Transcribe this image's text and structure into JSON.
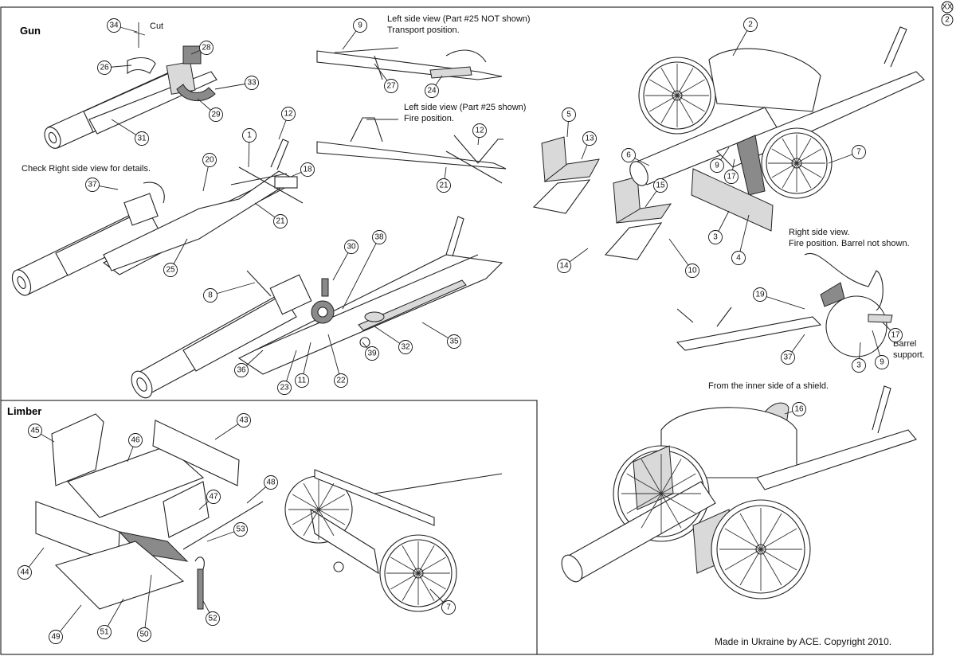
{
  "sections": {
    "gun": "Gun",
    "limber": "Limber"
  },
  "notes": {
    "left_transport": [
      "Left side view (Part #25 NOT shown)",
      "Transport position."
    ],
    "left_fire": [
      "Left side view (Part #25 shown)",
      "Fire position."
    ],
    "check_right": "Check Right side view for details.",
    "right_side": [
      "Right side view.",
      "Fire position. Barrel not shown."
    ],
    "barrel_support": [
      "Barrel",
      "support."
    ],
    "shield_inner": "From the inner side of a shield.",
    "cut": "Cut",
    "copyright": "Made in Ukraine by ACE. Copyright 2010."
  },
  "page_marker": [
    "XX",
    "2"
  ],
  "callouts": [
    "34",
    "26",
    "28",
    "33",
    "29",
    "31",
    "9",
    "27",
    "24",
    "12",
    "21",
    "1",
    "12",
    "18",
    "20",
    "37",
    "21",
    "25",
    "30",
    "38",
    "8",
    "36",
    "23",
    "11",
    "22",
    "39",
    "32",
    "35",
    "2",
    "6",
    "17",
    "9",
    "7",
    "3",
    "4",
    "5",
    "13",
    "15",
    "14",
    "10",
    "19",
    "37",
    "3",
    "9",
    "17",
    "16",
    "45",
    "46",
    "43",
    "48",
    "47",
    "53",
    "44",
    "52",
    "49",
    "51",
    "50",
    "7"
  ]
}
